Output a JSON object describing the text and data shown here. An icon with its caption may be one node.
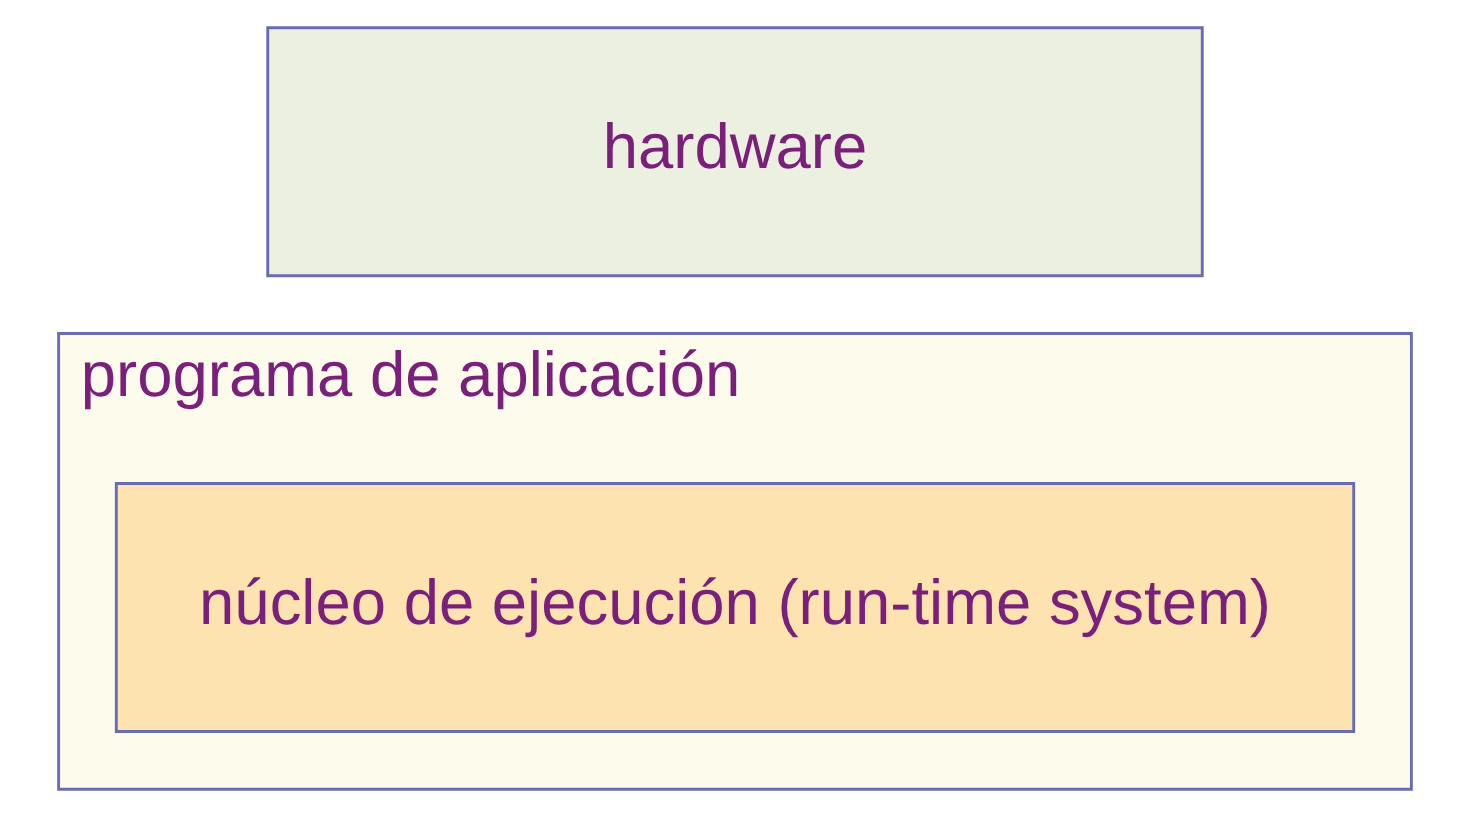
{
  "diagram": {
    "nodes": [
      {
        "text": [
          "programa de aplicación"
        ]
      },
      {
        "text": [
          "núcleo de ejecución (run-time system)"
        ],
        "in": 0
      },
      {
        "text": [
          "hardware"
        ]
      }
    ]
  }
}
